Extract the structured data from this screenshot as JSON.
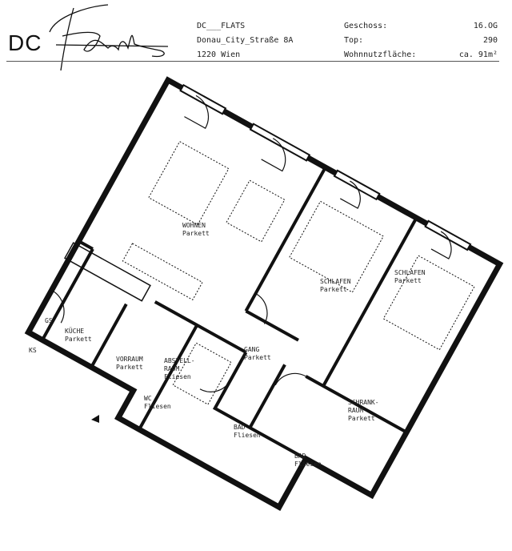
{
  "header": {
    "logo_text": "DC Flats",
    "logo_prefix": "DC",
    "project_name": "DC___FLATS",
    "street": "Donau_City_Straße 8A",
    "city": "1220 Wien",
    "fields": [
      {
        "label": "Geschoss:",
        "value": "16.OG"
      },
      {
        "label": "Top:",
        "value": "290"
      },
      {
        "label": "Wohnnutzfläche:",
        "value": "ca. 91m²"
      }
    ]
  },
  "rooms": [
    {
      "name": "WOHNEN",
      "floor": "Parkett"
    },
    {
      "name": "SCHLAFEN",
      "floor": "Parkett"
    },
    {
      "name": "SCHLAFEN",
      "floor": "Parkett"
    },
    {
      "name": "KÜCHE",
      "floor": "Parkett"
    },
    {
      "name": "VORRAUM",
      "floor": "Parkett"
    },
    {
      "name": "ABSTELL-\nRAUM",
      "floor": "Fliesen"
    },
    {
      "name": "WC",
      "floor": "Fliesen"
    },
    {
      "name": "GANG",
      "floor": "Parkett"
    },
    {
      "name": "BAD",
      "floor": "Fliesen"
    },
    {
      "name": "BAD",
      "floor": "Fliesen"
    },
    {
      "name": "SCHRANK-\nRAUM",
      "floor": "Parkett"
    }
  ],
  "fixtures": {
    "gs": "GS",
    "ks": "KS"
  }
}
